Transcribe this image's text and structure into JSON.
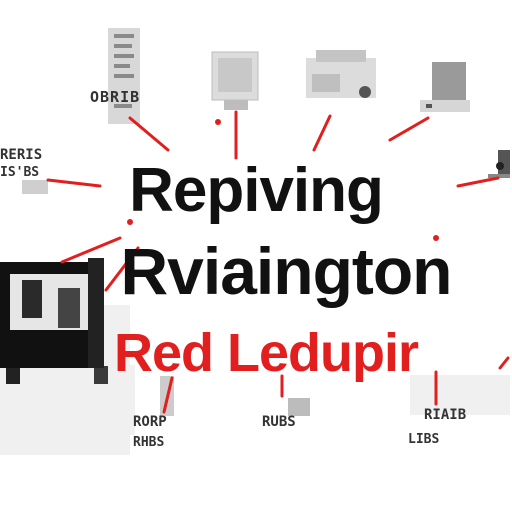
{
  "headline": {
    "line1": "Repiving",
    "line2": "Rviaington",
    "line3": "Red Ledupir"
  },
  "fragments": {
    "top_left": "OBRIB",
    "left_1": "RERIS",
    "left_2": "IS'BS",
    "bottom_left_1": "RORP",
    "bottom_left_2": "RHBS",
    "bottom_center": "RUBS",
    "bottom_right_1": "RIAIB",
    "bottom_right_2": "LIBS"
  },
  "colors": {
    "headline_dark": "#111111",
    "headline_accent": "#e21f1f",
    "connector": "#e21f1f"
  },
  "icons": [
    "document-icon",
    "monitor-icon",
    "printer-icon",
    "screen-icon",
    "lamp-icon",
    "forklift-icon",
    "box-icon",
    "binder-icon"
  ]
}
